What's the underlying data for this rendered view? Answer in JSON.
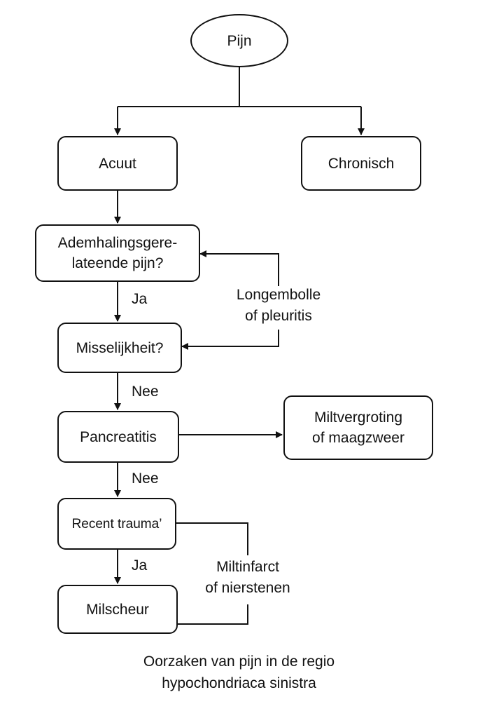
{
  "nodes": {
    "pijn": "Pijn",
    "acuut": "Acuut",
    "chronisch": "Chronisch",
    "ademhaling_line1": "Ademhalingsgere-",
    "ademhaling_line2": "lateende pijn?",
    "misselijkheid": "Misselijkheit?",
    "pancreatitis": "Pancreatitis",
    "miltvergroting_line1": "Miltvergroting",
    "miltvergroting_line2": "of maagzweer",
    "recent_trauma": "Recent trauma’",
    "milscheur": "Milscheur"
  },
  "edge_labels": {
    "ja_1": "Ja",
    "nee_1": "Nee",
    "nee_2": "Nee",
    "ja_2": "Ja",
    "longembolle_line1": "Longembolle",
    "longembolle_line2": "of pleuritis",
    "miltinfarct_line1": "Miltinfarct",
    "miltinfarct_line2": "of nierstenen"
  },
  "caption": {
    "line1": "Oorzaken van pijn in de regio",
    "line2": "hypochondriaca sinistra"
  }
}
